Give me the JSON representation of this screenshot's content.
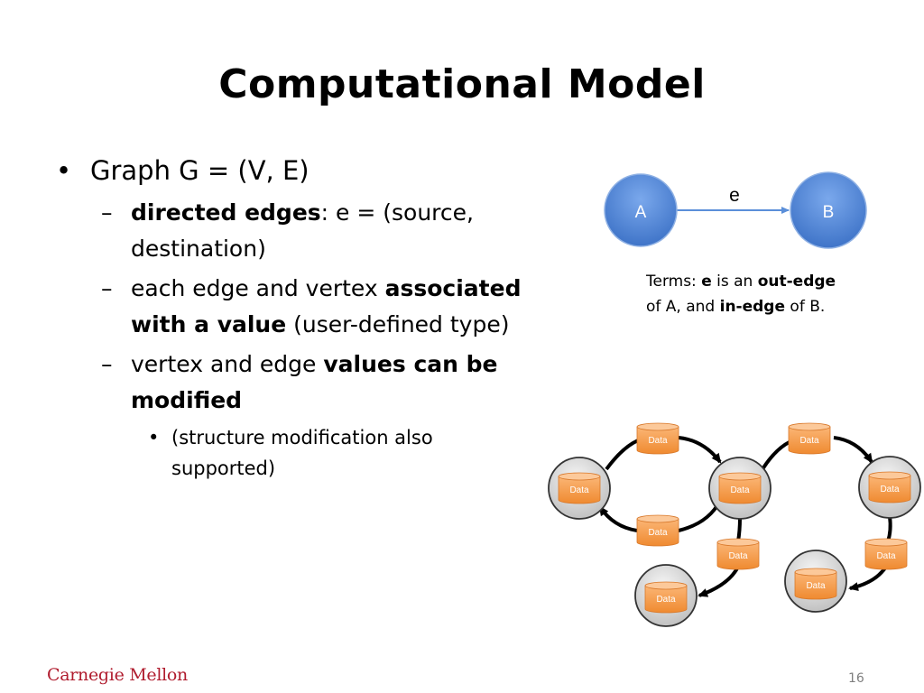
{
  "title": "Computational Model",
  "bullets": {
    "l1": "Graph G = (V, E)",
    "dash": "–",
    "s1_bold": "directed edges",
    "s1_rest": ": e = (source, destination)",
    "s2_pre": "each edge and vertex ",
    "s2_bold": "associated with a value",
    "s2_post": " (user-defined type)",
    "s3_pre": "vertex and edge ",
    "s3_bold": "values can be modified",
    "sub_dot": "•",
    "sub": "(structure modification also supported)"
  },
  "top_diagram": {
    "node_a": "A",
    "node_b": "B",
    "edge_label": "e",
    "node_color": "#5b8fd9"
  },
  "terms": {
    "t1": "Terms:  ",
    "t2": "e",
    "t3": " is an ",
    "t4": "out-edge",
    "t5": " of A, and ",
    "t6": "in-edge",
    "t7": " of B."
  },
  "bottom_diagram": {
    "cylinder_label": "Data",
    "cylinder_color": "#f79646"
  },
  "footer": {
    "logo": "Carnegie Mellon",
    "page": "16"
  }
}
